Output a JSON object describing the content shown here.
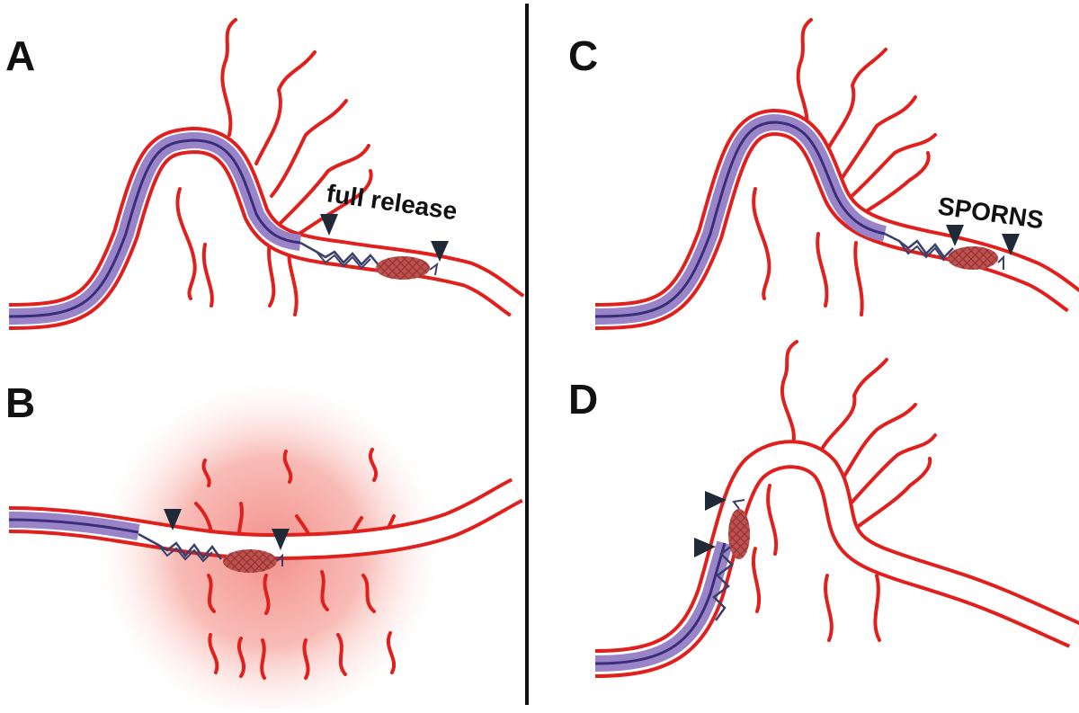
{
  "figure": {
    "panels": [
      {
        "label": "A",
        "annotation": "full release"
      },
      {
        "label": "B",
        "annotation": ""
      },
      {
        "label": "C",
        "annotation": "SPORNS"
      },
      {
        "label": "D",
        "annotation": ""
      }
    ],
    "colors": {
      "vessel": "#e0201c",
      "catheter_fill": "#9a84c8",
      "catheter_line": "#3a2e7a",
      "stent_wire": "#3a3f6b",
      "thrombus": "#c0504d",
      "marker": "#1f2a36",
      "ischemia_glow": "#f28a84",
      "divider": "#111111"
    }
  }
}
